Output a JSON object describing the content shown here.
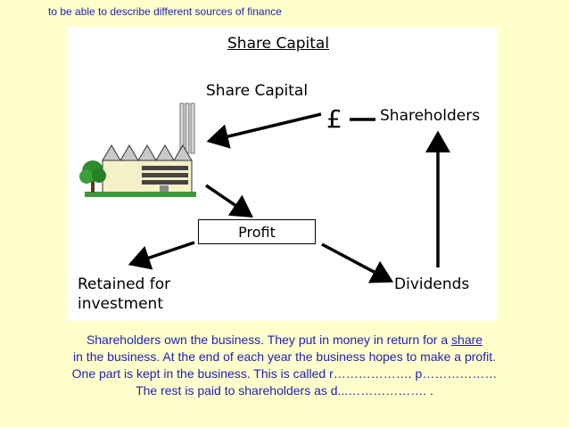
{
  "objective": "to be able to describe different sources of finance",
  "diagram": {
    "title": "Share Capital",
    "share_capital_label": "Share Capital",
    "pound_symbol": "£",
    "shareholders_label": "Shareholders",
    "profit_label": "Profit",
    "dividends_label": "Dividends",
    "retained_line1": "Retained for",
    "retained_line2": "investment"
  },
  "text": {
    "line1_prefix": "Shareholders own the business.  They put in money in return for a ",
    "line1_link": "share",
    "line2": "in the business.  At the end of each year the business hopes to make a profit.",
    "line3": "One part is kept in the business.  This is called r………………. p………………",
    "line4": "The rest is paid to shareholders as d...………………. ."
  },
  "colors": {
    "background": "#ffffcc",
    "text": "#1f1fb4",
    "panel": "#ffffff",
    "factory_wall": "#f5f0c8",
    "factory_roof": "#c8c8c8",
    "tree": "#2e8b2e"
  }
}
